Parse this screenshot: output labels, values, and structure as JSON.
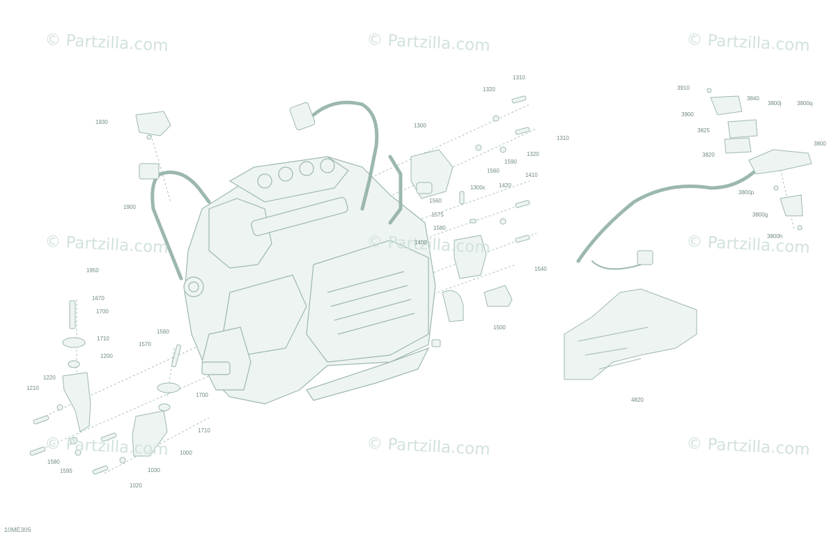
{
  "watermarks": [
    "© Partzilla.com",
    "© Partzilla.com",
    "© Partzilla.com",
    "© Partzilla.com",
    "© Partzilla.com",
    "© Partzilla.com",
    "© Partzilla.com",
    "© Partzilla.com",
    "© Partzilla.com"
  ],
  "callouts": [
    "1930",
    "1900",
    "1950",
    "1670",
    "1700",
    "1710",
    "1200",
    "1210",
    "1220",
    "1580",
    "1595",
    "1560",
    "1570",
    "1700",
    "1710",
    "1000",
    "1030",
    "1020",
    "1300",
    "1300c",
    "1310",
    "1320",
    "1310",
    "1320",
    "1590",
    "1560",
    "1410",
    "1420",
    "1560",
    "1575",
    "1580",
    "1400",
    "1540",
    "1500",
    "3910",
    "3900",
    "3840",
    "3800j",
    "3800q",
    "3825",
    "3820",
    "3800",
    "3800p",
    "3800g",
    "3800h",
    "4820"
  ],
  "diagram_ref": "10ME305",
  "colors": {
    "line": "#9cb8ad",
    "fill": "#eef4f1",
    "label": "#6f8a7f",
    "watermark": "#d2e2dc"
  }
}
